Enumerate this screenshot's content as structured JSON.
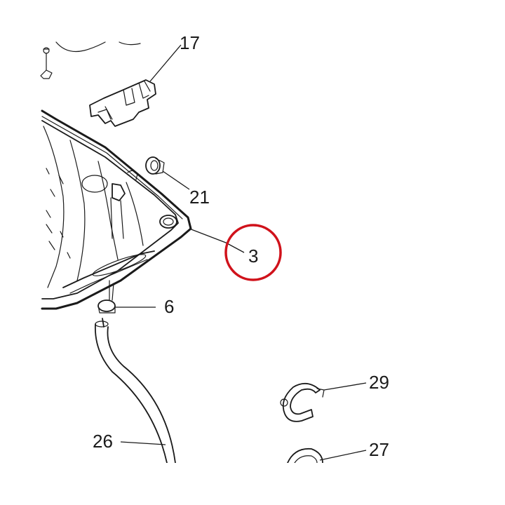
{
  "diagram": {
    "callouts": [
      {
        "id": "17",
        "label": "17"
      },
      {
        "id": "21",
        "label": "21"
      },
      {
        "id": "3",
        "label": "3"
      },
      {
        "id": "6",
        "label": "6"
      },
      {
        "id": "26",
        "label": "26"
      },
      {
        "id": "29",
        "label": "29"
      },
      {
        "id": "27",
        "label": "27"
      }
    ],
    "highlight_color": "#d0121b",
    "line_color": "#1a1a1a"
  }
}
